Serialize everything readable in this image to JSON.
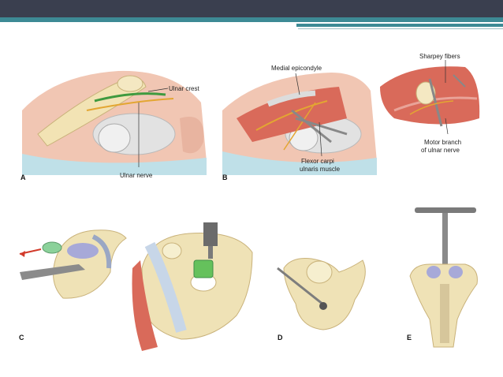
{
  "slide": {
    "colors": {
      "header": "#3a3f4f",
      "accent": "#3d8a95"
    }
  },
  "figure": {
    "panels": {
      "a": "A",
      "b": "B",
      "c": "C",
      "d": "D",
      "e": "E"
    },
    "labels": {
      "ulnar_crest": "Ulnar crest",
      "ulnar_nerve": "Ulnar nerve",
      "medial_epicondyle": "Medial epicondyle",
      "flexor_line1": "Flexor carpi",
      "flexor_line2": "ulnaris muscle",
      "sharpey": "Sharpey fibers",
      "motor_line1": "Motor branch",
      "motor_line2": "of ulnar nerve"
    }
  }
}
